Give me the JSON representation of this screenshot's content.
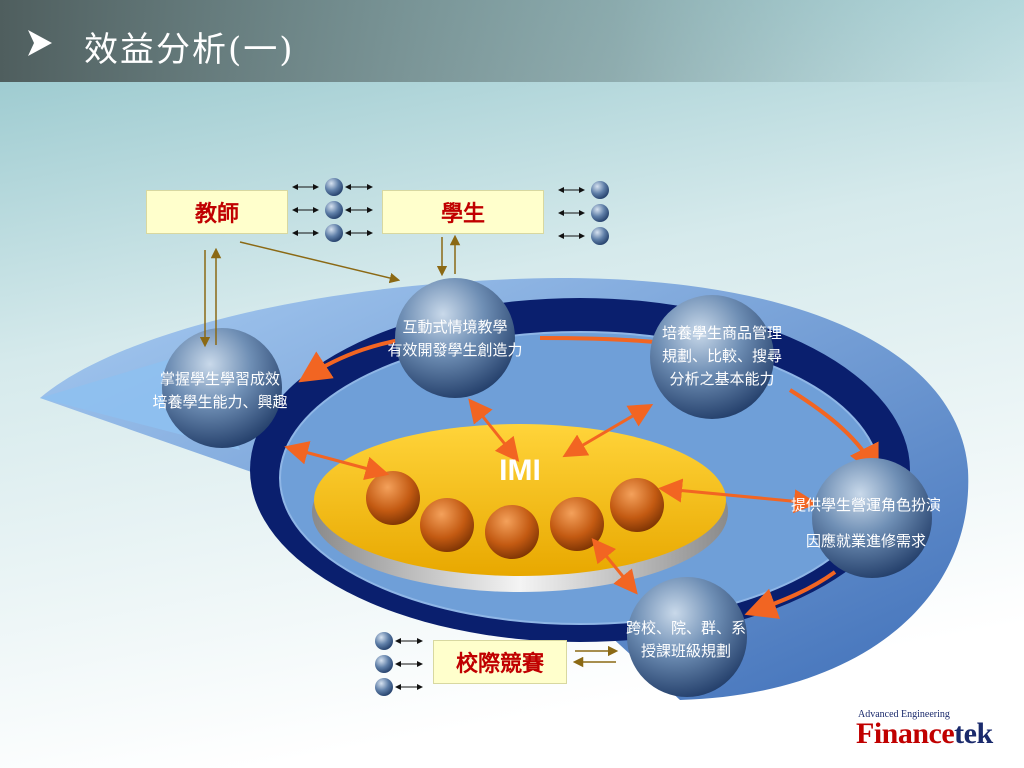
{
  "title": "效益分析(一)",
  "title_bullet_icon": "arrowhead-bullet-icon",
  "boxes": {
    "teacher": "教師",
    "student": "學生",
    "competition": "校際競賽"
  },
  "center_label": "IMI",
  "nodes": {
    "top_line1": "互動式情境教學",
    "top_line2": "有效開發學生創造力",
    "right_upper_line1": "培養學生商品管理",
    "right_upper_line2": "規劃、比較、搜尋",
    "right_upper_line3": "分析之基本能力",
    "left_line1": "掌握學生學習成效",
    "left_line2": "培養學生能力、興趣",
    "right_line1": "提供學生營運角色扮演",
    "right_line2": "因應就業進修需求",
    "bottom_line1": "跨校、院、群、系",
    "bottom_line2": "授課班級規劃"
  },
  "brand": {
    "small": "Advanced Engineering",
    "logo_a": "Finance",
    "logo_b": "tek"
  },
  "colors": {
    "title_bar": "#5d6b6b",
    "outer_ring": "#6fa3e0",
    "inner_ring": "#0a1f6e",
    "center_disc": "#f0c419",
    "text_red": "#c00000",
    "box_fill": "#ffffcc",
    "arrow_orange": "#f26522",
    "connector_brown": "#8b6914"
  }
}
